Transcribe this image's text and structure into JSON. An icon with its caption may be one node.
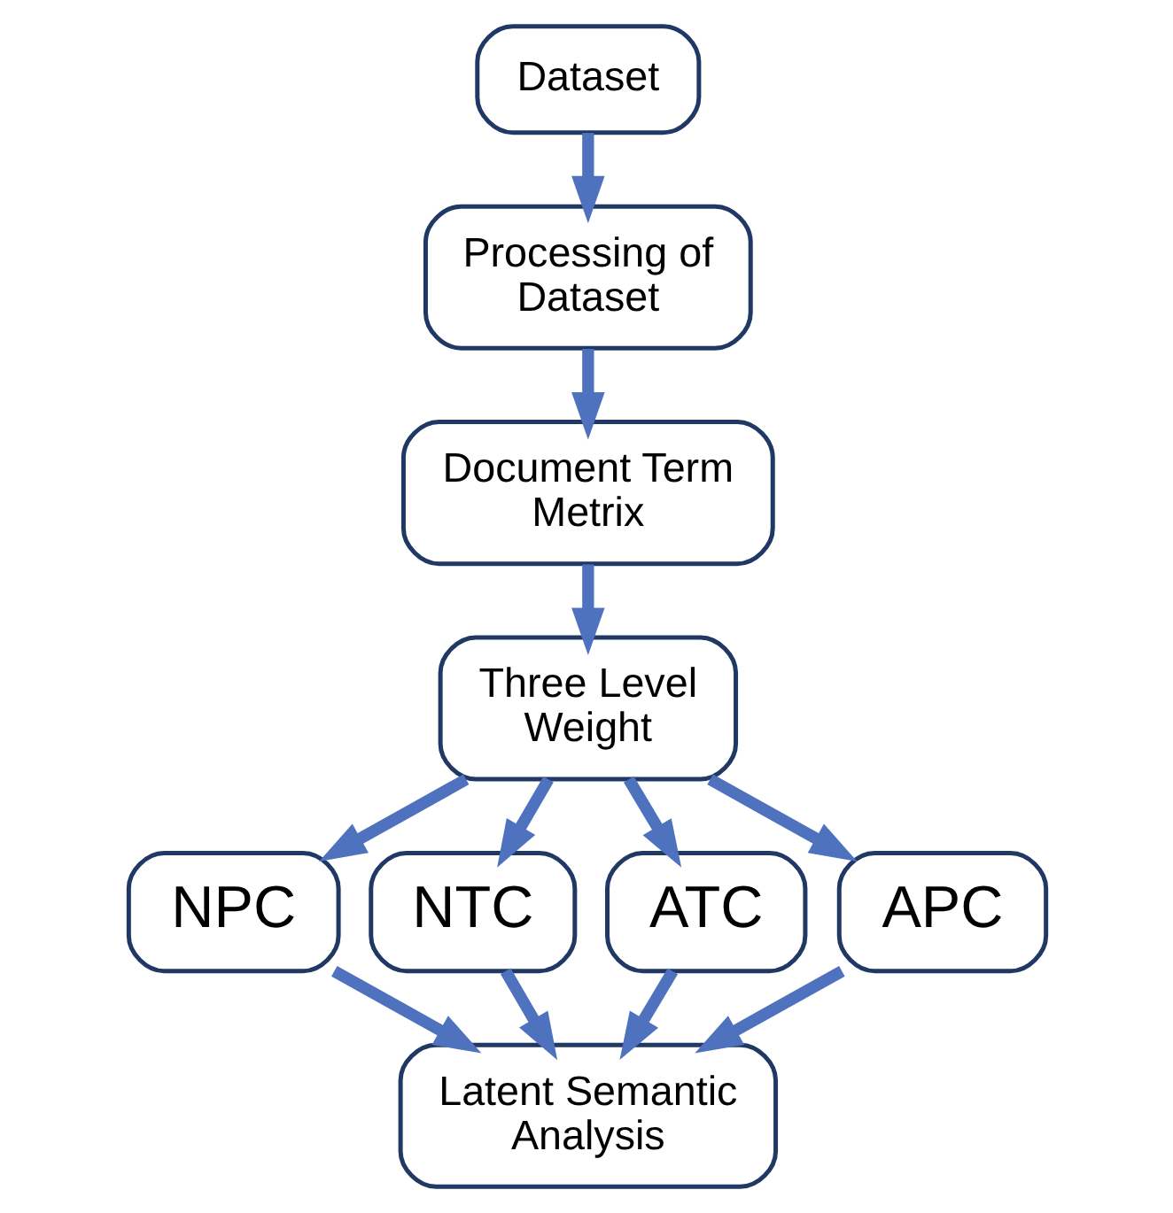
{
  "diagram": {
    "nodes": [
      {
        "text": [
          "Dataset"
        ]
      },
      {
        "text": [
          "Processing of Dataset"
        ]
      },
      {
        "text": [
          "Document Term Metrix"
        ]
      },
      {
        "text": [
          "Three Level Weight"
        ]
      },
      {
        "text": [
          "NPC"
        ]
      },
      {
        "text": [
          "NTC"
        ]
      },
      {
        "text": [
          "ATC"
        ]
      },
      {
        "text": [
          "APC"
        ]
      },
      {
        "text": [
          "Latent Semantic Analysis"
        ]
      }
    ],
    "edges": [
      {
        "from": 0,
        "to": 1,
        "arrow": "to"
      },
      {
        "from": 1,
        "to": 2,
        "arrow": "to"
      },
      {
        "from": 2,
        "to": 3,
        "arrow": "to"
      },
      {
        "from": 3,
        "to": 4,
        "arrow": "to"
      },
      {
        "from": 3,
        "to": 5,
        "arrow": "to"
      },
      {
        "from": 3,
        "to": 6,
        "arrow": "to"
      },
      {
        "from": 3,
        "to": 7,
        "arrow": "to"
      },
      {
        "from": 4,
        "to": 8,
        "arrow": "to"
      },
      {
        "from": 5,
        "to": 8,
        "arrow": "to"
      },
      {
        "from": 6,
        "to": 8,
        "arrow": "to"
      },
      {
        "from": 7,
        "to": 8,
        "arrow": "to"
      }
    ]
  }
}
